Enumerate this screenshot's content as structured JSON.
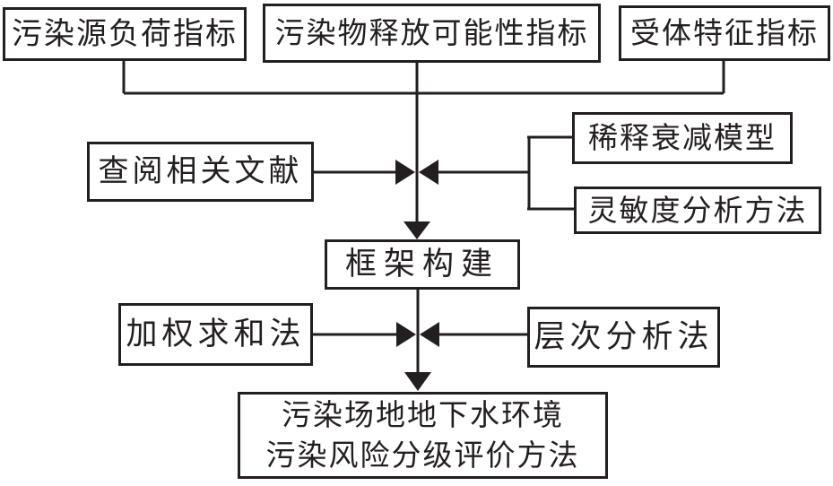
{
  "diagram": {
    "background_color": "#ffffff",
    "stroke_color": "#231f20",
    "nodes": {
      "source_load": {
        "label": "污染源负荷指标"
      },
      "release_possibility": {
        "label": "污染物释放可能性指标"
      },
      "receptor_feature": {
        "label": "受体特征指标"
      },
      "literature_review": {
        "label": "查阅相关文献"
      },
      "dilution_attenuation_model": {
        "label": "稀释衰减模型"
      },
      "sensitivity_analysis": {
        "label": "灵敏度分析方法"
      },
      "framework_construction": {
        "label": "框架构建"
      },
      "weighted_sum_method": {
        "label": "加权求和法"
      },
      "ahp_method": {
        "label": "层次分析法"
      },
      "result_method": {
        "line1": "污染场地地下水环境",
        "line2": "污染风险分级评价方法"
      }
    },
    "edges": [
      {
        "from": "source_load",
        "to": "center-flow",
        "style": "elbow-bus"
      },
      {
        "from": "release_possibility",
        "to": "center-flow",
        "style": "straight-down"
      },
      {
        "from": "receptor_feature",
        "to": "center-flow",
        "style": "elbow-bus"
      },
      {
        "from": "literature_review",
        "to": "center-flow",
        "arrow": "right"
      },
      {
        "from": "dilution_attenuation_model",
        "to": "center-flow",
        "style": "bracket",
        "arrow": "left"
      },
      {
        "from": "sensitivity_analysis",
        "to": "center-flow",
        "style": "bracket",
        "arrow": "left"
      },
      {
        "from": "center-flow",
        "to": "framework_construction",
        "arrow": "down"
      },
      {
        "from": "weighted_sum_method",
        "to": "center-flow",
        "arrow": "right"
      },
      {
        "from": "ahp_method",
        "to": "center-flow",
        "arrow": "left"
      },
      {
        "from": "framework_construction",
        "to": "result_method",
        "arrow": "down"
      }
    ]
  }
}
